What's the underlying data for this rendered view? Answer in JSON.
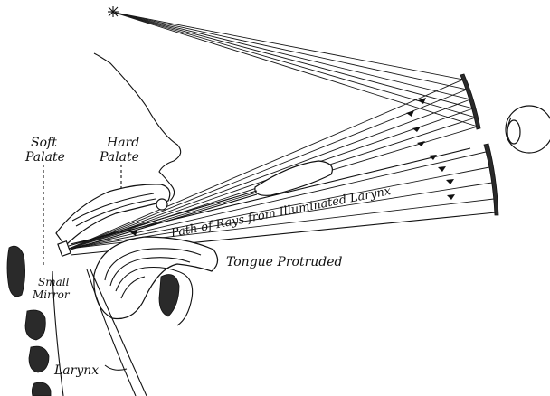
{
  "labels": {
    "soft_palate_line1": "Soft",
    "soft_palate_line2": "Palate",
    "hard_palate_line1": "Hard",
    "hard_palate_line2": "Palate",
    "path_of_rays": "Path of Rays from Illuminated Larynx",
    "tongue": "Tongue Protruded",
    "small_mirror_line1": "Small",
    "small_mirror_line2": "Mirror",
    "larynx": "Larynx"
  },
  "colors": {
    "ink": "#111111",
    "background": "#ffffff"
  },
  "icons": {
    "light_source": "star-icon",
    "eye": "eye-icon",
    "mirror": "concave-mirror-icon"
  }
}
